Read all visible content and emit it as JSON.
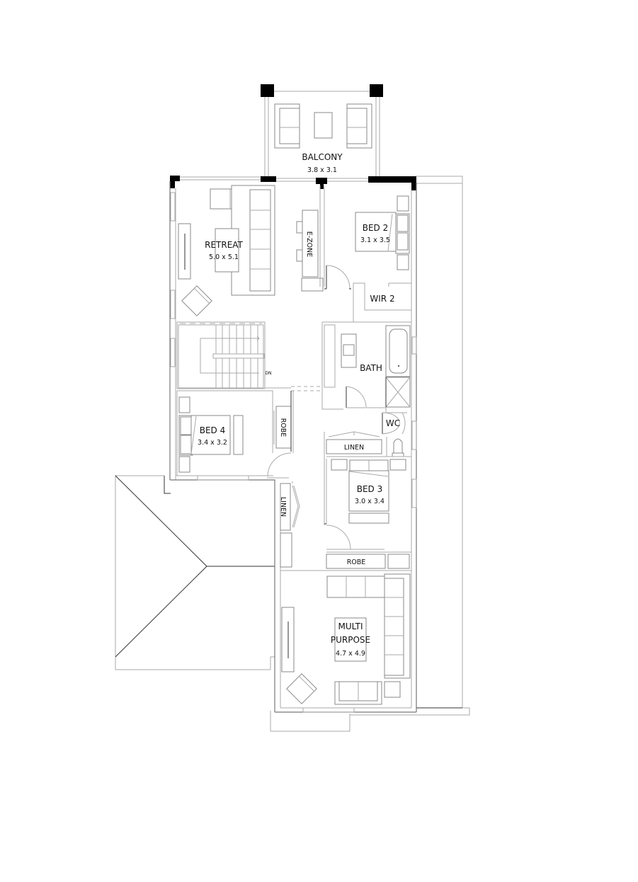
{
  "floor_plan": {
    "rooms": [
      {
        "name": "BALCONY",
        "size": "3.8 x 3.1"
      },
      {
        "name": "RETREAT",
        "size": "5.0 x 5.1"
      },
      {
        "name": "BED 2",
        "size": "3.1 x 3.5"
      },
      {
        "name": "BED 4",
        "size": "3.4 x 3.2"
      },
      {
        "name": "BED 3",
        "size": "3.0 x 3.4"
      },
      {
        "name": "MULTI",
        "name2": "PURPOSE",
        "size": "4.7 x 4.9"
      }
    ],
    "labels": {
      "e_zone": "E-ZONE",
      "wir2": "WIR 2",
      "bath": "BATH",
      "wc": "WC",
      "linen_h": "LINEN",
      "linen_v": "LINEN",
      "robe_v": "ROBE",
      "robe_h": "ROBE",
      "stair_dn": "DN"
    }
  }
}
